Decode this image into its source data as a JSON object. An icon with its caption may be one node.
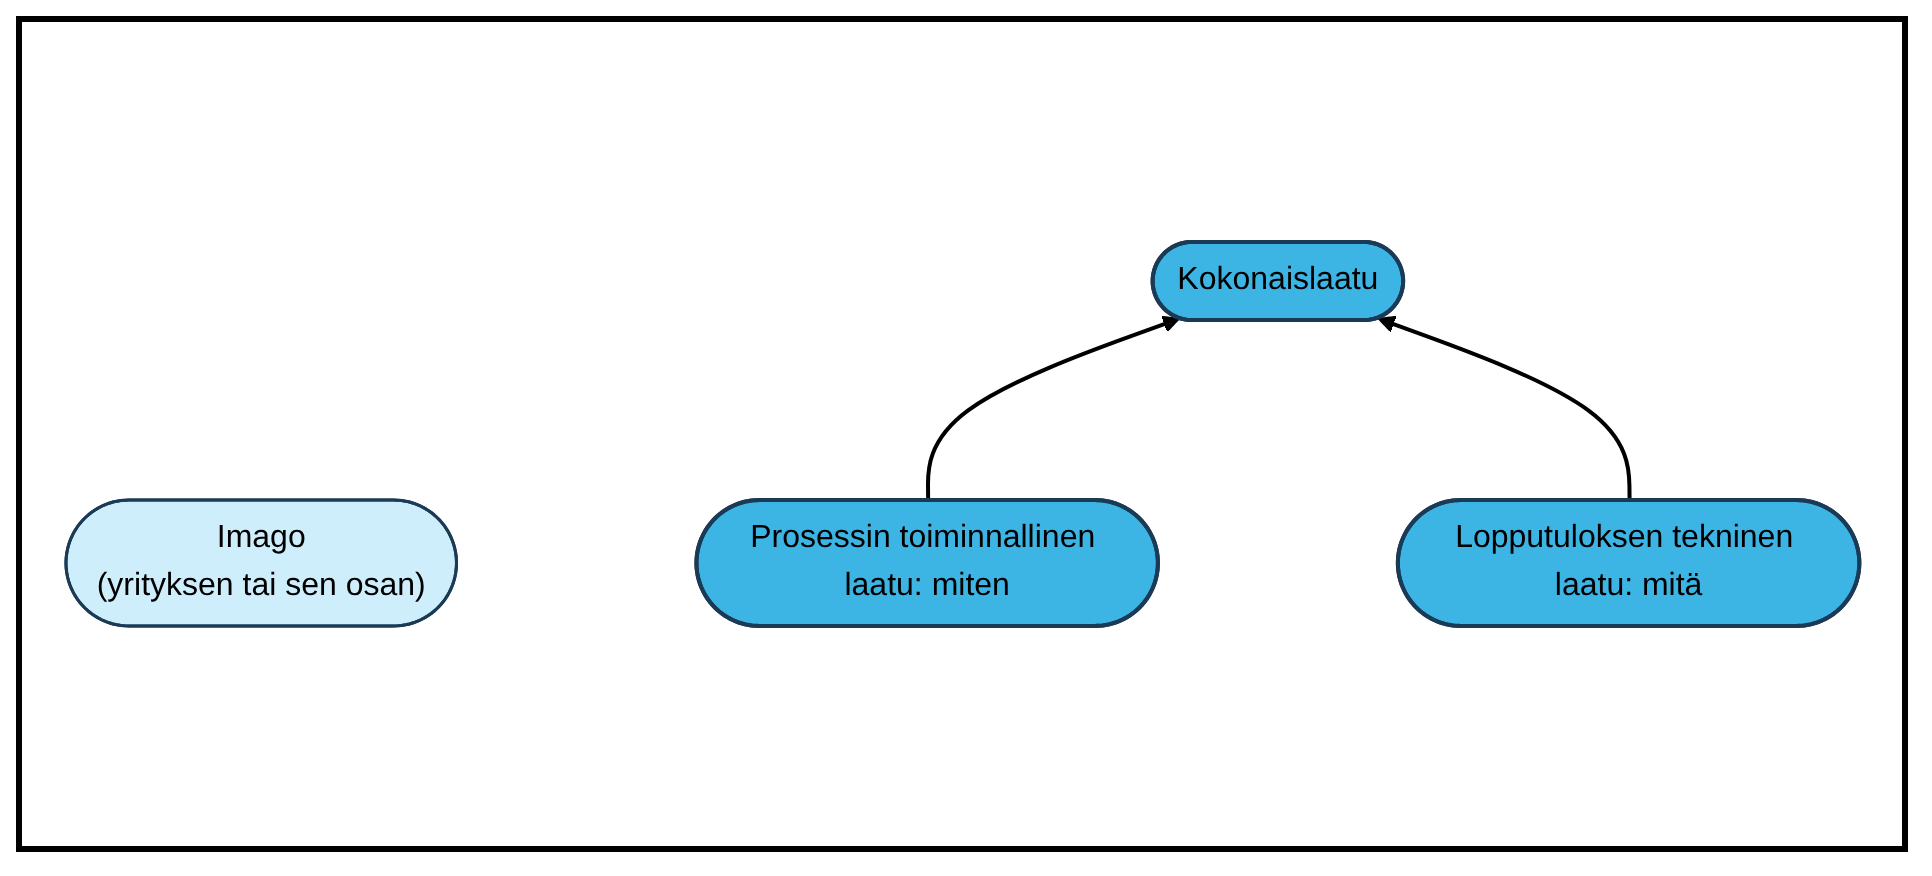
{
  "diagram": {
    "nodes": [
      {
        "text": [
          "Kokonaislaatu"
        ]
      },
      {
        "text": [
          "Imago",
          "(yrityksen tai sen osan)"
        ]
      },
      {
        "text": [
          "Prosessin toiminnallinen laatu: miten"
        ]
      },
      {
        "text": [
          "Lopputuloksen tekninen laatu: mitä"
        ]
      }
    ],
    "edges": [
      {
        "from": 2,
        "to": 0,
        "arrow": "to"
      },
      {
        "from": 3,
        "to": 0,
        "arrow": "to"
      }
    ]
  }
}
